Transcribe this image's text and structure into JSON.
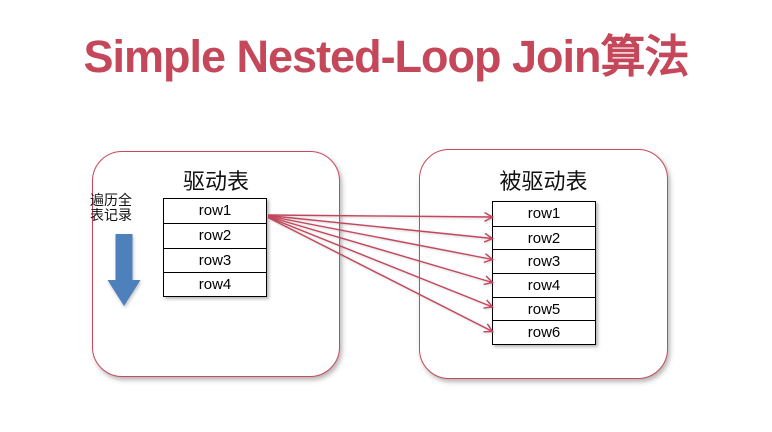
{
  "slide": {
    "title": "Simple Nested-Loop Join算法"
  },
  "colors": {
    "title_red": "#C4475A",
    "panel_border_red": "#C9495E",
    "join_arrow_red": "#C5455C",
    "traverse_arrow_blue": "#4E81BC",
    "table_border_black": "#000000"
  },
  "driving_table_panel": {
    "title": "驱动表",
    "side_note_line1": "遍历全",
    "side_note_line2": "表记录",
    "rows": [
      "row1",
      "row2",
      "row3",
      "row4"
    ]
  },
  "driven_table_panel": {
    "title": "被驱动表",
    "rows": [
      "row1",
      "row2",
      "row3",
      "row4",
      "row5",
      "row6"
    ]
  },
  "icons": {
    "traverse_down_arrow": "blue-block-down-arrow",
    "join_fan_arrows": "six-red-arrows-row1-to-each-driven-row"
  }
}
